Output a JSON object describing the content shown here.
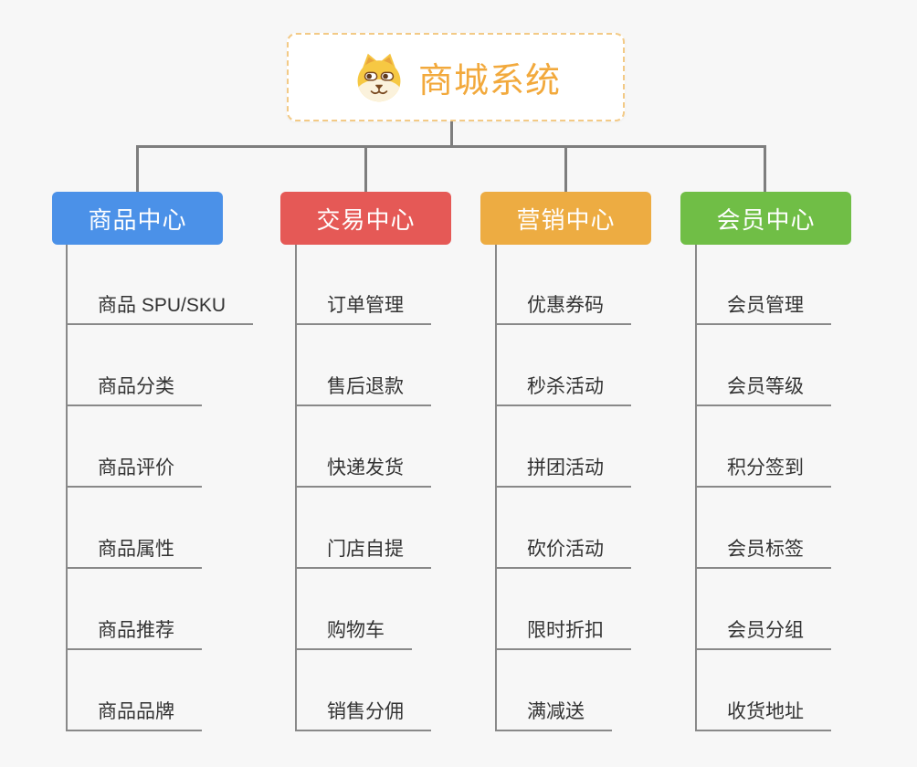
{
  "root": {
    "title": "商城系统",
    "icon": "shiba-dog-icon"
  },
  "branches": [
    {
      "label": "商品中心",
      "color": "#4B91E8",
      "items": [
        "商品 SPU/SKU",
        "商品分类",
        "商品评价",
        "商品属性",
        "商品推荐",
        "商品品牌"
      ]
    },
    {
      "label": "交易中心",
      "color": "#E55956",
      "items": [
        "订单管理",
        "售后退款",
        "快递发货",
        "门店自提",
        "购物车",
        "销售分佣"
      ]
    },
    {
      "label": "营销中心",
      "color": "#EDAC42",
      "items": [
        "优惠券码",
        "秒杀活动",
        "拼团活动",
        "砍价活动",
        "限时折扣",
        "满减送"
      ]
    },
    {
      "label": "会员中心",
      "color": "#70BE46",
      "items": [
        "会员管理",
        "会员等级",
        "积分签到",
        "会员标签",
        "会员分组",
        "收货地址"
      ]
    }
  ],
  "colors": {
    "background": "#F7F7F7",
    "connector": "#7E7E7E",
    "underline": "#898989",
    "leaf_text": "#333333",
    "root_text": "#F2A93C",
    "root_border": "#F3CA86"
  }
}
